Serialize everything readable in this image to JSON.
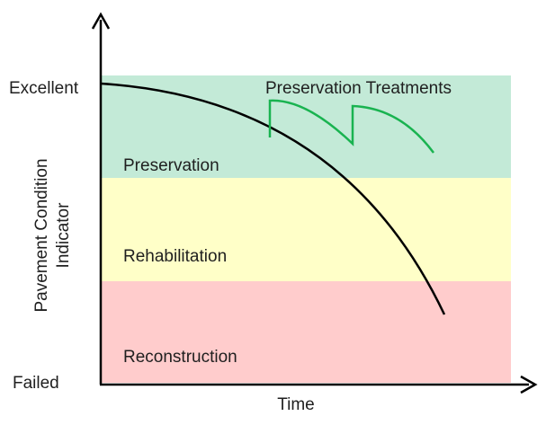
{
  "diagram": {
    "y_axis_label_line1": "Pavement Condition",
    "y_axis_label_line2": "Indicator",
    "x_axis_label": "Time",
    "y_top_label": "Excellent",
    "y_bottom_label": "Failed",
    "zones": {
      "preservation": {
        "label": "Preservation",
        "color": "#c3ead7"
      },
      "rehabilitation": {
        "label": "Rehabilitation",
        "color": "#ffffc8"
      },
      "reconstruction": {
        "label": "Reconstruction",
        "color": "#ffcccc"
      }
    },
    "treatment_label": "Preservation Treatments",
    "colors": {
      "deterioration_curve": "#000000",
      "treatment_curve": "#19b350",
      "axis": "#000000"
    }
  }
}
